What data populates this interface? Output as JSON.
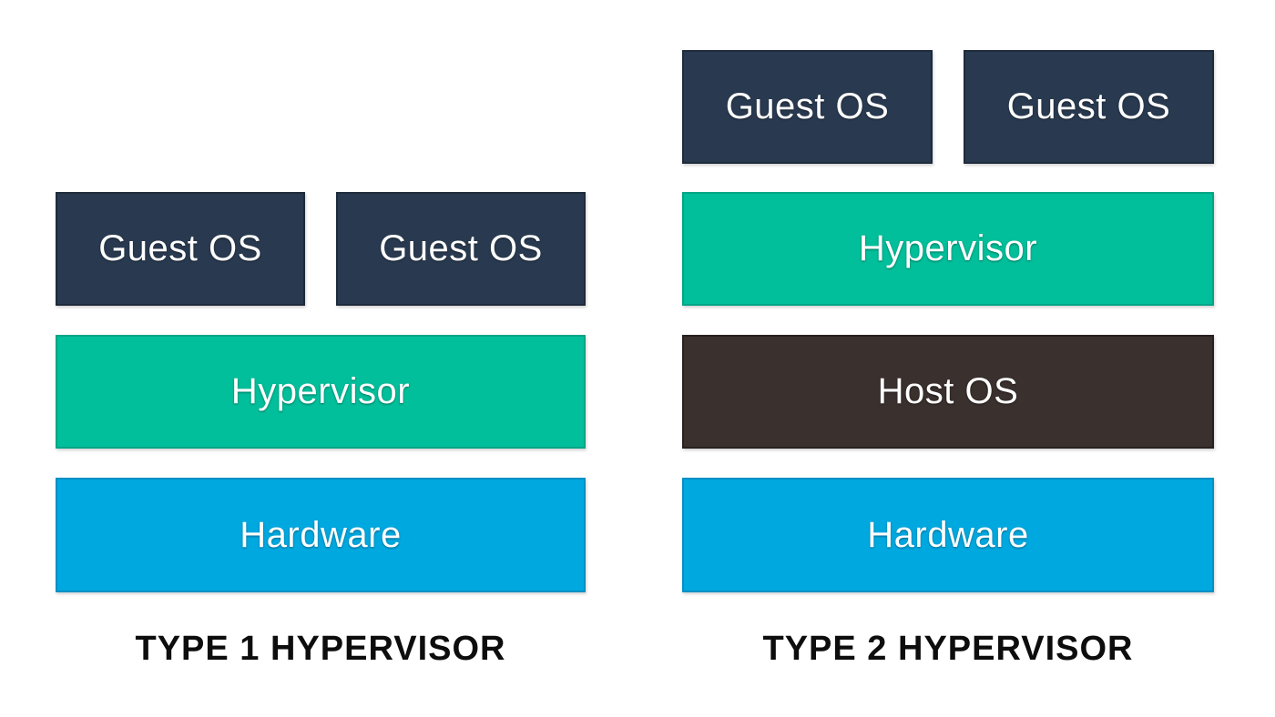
{
  "colors": {
    "guest_os": "#293A50",
    "hypervisor": "#00BF9A",
    "host_os": "#3A302E",
    "hardware": "#00A8E0",
    "title_text": "#0D0D0D",
    "box_text": "#FFFFFF",
    "background": "#FFFFFF"
  },
  "type1": {
    "title": "TYPE 1 HYPERVISOR",
    "guest_os_left": "Guest OS",
    "guest_os_right": "Guest OS",
    "hypervisor": "Hypervisor",
    "hardware": "Hardware"
  },
  "type2": {
    "title": "TYPE 2 HYPERVISOR",
    "guest_os_left": "Guest OS",
    "guest_os_right": "Guest OS",
    "hypervisor": "Hypervisor",
    "host_os": "Host OS",
    "hardware": "Hardware"
  }
}
